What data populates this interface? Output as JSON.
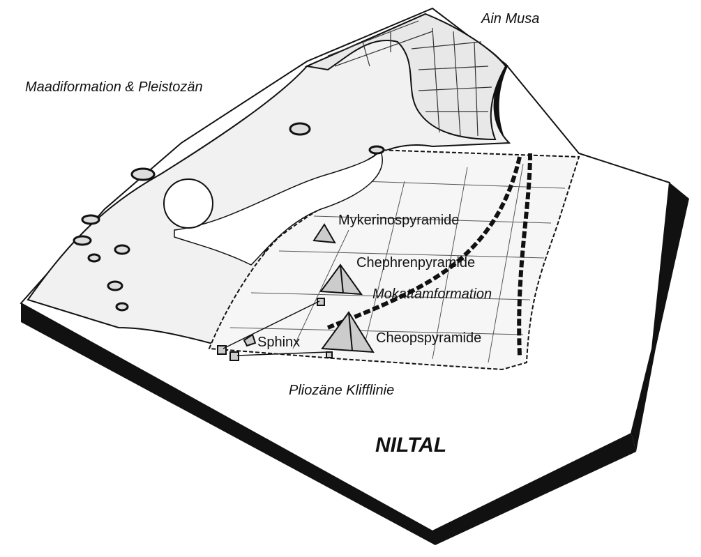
{
  "labels": {
    "ain_musa": "Ain Musa",
    "maadi": "Maadiformation & Pleistozän",
    "mykerinos": "Mykerinospyramide",
    "chephren": "Chephrenpyramide",
    "mokattam": "Mokattamformation",
    "cheops": "Cheopspyramide",
    "sphinx": "Sphinx",
    "kliff": "Pliozäne Klifflinie",
    "niltal": "NILTAL"
  },
  "colors": {
    "ink": "#111111",
    "surface": "#f4f4f4",
    "paper": "#ffffff"
  }
}
